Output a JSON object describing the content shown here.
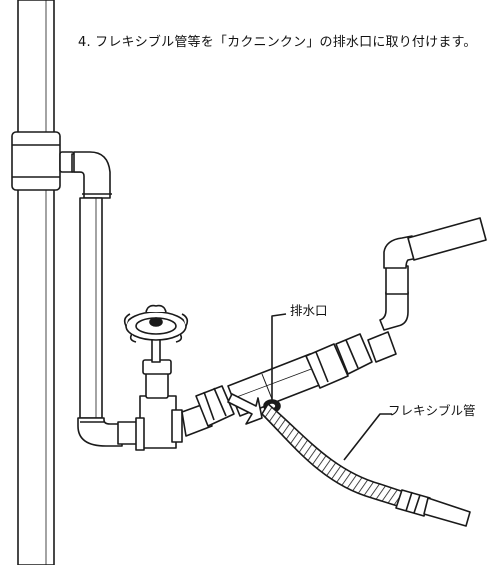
{
  "instruction": {
    "step_text": "4. フレキシブル管等を「カクニンクン」の排水口に取り付けます。"
  },
  "callouts": {
    "drain_outlet": "排水口",
    "flexible_pipe": "フレキシブル管"
  },
  "colors": {
    "line": "#1a1a1a",
    "fill": "#ffffff",
    "shade": "#d9d9d9"
  }
}
